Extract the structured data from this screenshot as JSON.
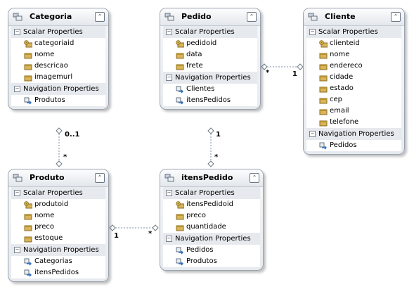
{
  "section_labels": {
    "scalar": "Scalar Properties",
    "navigation": "Navigation Properties"
  },
  "entities": [
    {
      "id": "categoria",
      "name": "Categoria",
      "scalar": [
        {
          "name": "categoriaid",
          "key": true
        },
        {
          "name": "nome"
        },
        {
          "name": "descricao"
        },
        {
          "name": "imagemurl"
        }
      ],
      "navigation": [
        "Produtos"
      ]
    },
    {
      "id": "pedido",
      "name": "Pedido",
      "scalar": [
        {
          "name": "pedidoid",
          "key": true
        },
        {
          "name": "data"
        },
        {
          "name": "frete"
        }
      ],
      "navigation": [
        "Clientes",
        "itensPedidos"
      ]
    },
    {
      "id": "cliente",
      "name": "Cliente",
      "scalar": [
        {
          "name": "clienteid",
          "key": true
        },
        {
          "name": "nome"
        },
        {
          "name": "endereco"
        },
        {
          "name": "cidade"
        },
        {
          "name": "estado"
        },
        {
          "name": "cep"
        },
        {
          "name": "email"
        },
        {
          "name": "telefone"
        }
      ],
      "navigation": [
        "Pedidos"
      ]
    },
    {
      "id": "produto",
      "name": "Produto",
      "scalar": [
        {
          "name": "produtoid",
          "key": true
        },
        {
          "name": "nome"
        },
        {
          "name": "preco"
        },
        {
          "name": "estoque"
        }
      ],
      "navigation": [
        "Categorias",
        "itensPedidos"
      ]
    },
    {
      "id": "itenspedido",
      "name": "itensPedido",
      "scalar": [
        {
          "name": "itensPedidoid",
          "key": true
        },
        {
          "name": "preco"
        },
        {
          "name": "quantidade"
        }
      ],
      "navigation": [
        "Pedidos",
        "Produtos"
      ]
    }
  ],
  "associations": [
    {
      "id": "pedido-cliente",
      "from": "Pedido",
      "to": "Cliente",
      "from_multiplicity": "*",
      "to_multiplicity": "1"
    },
    {
      "id": "categoria-produto",
      "from": "Categoria",
      "to": "Produto",
      "from_multiplicity": "0..1",
      "to_multiplicity": "*"
    },
    {
      "id": "pedido-itenspedido",
      "from": "Pedido",
      "to": "itensPedido",
      "from_multiplicity": "1",
      "to_multiplicity": "*"
    },
    {
      "id": "produto-itenspedido",
      "from": "Produto",
      "to": "itensPedido",
      "from_multiplicity": "1",
      "to_multiplicity": "*"
    }
  ]
}
